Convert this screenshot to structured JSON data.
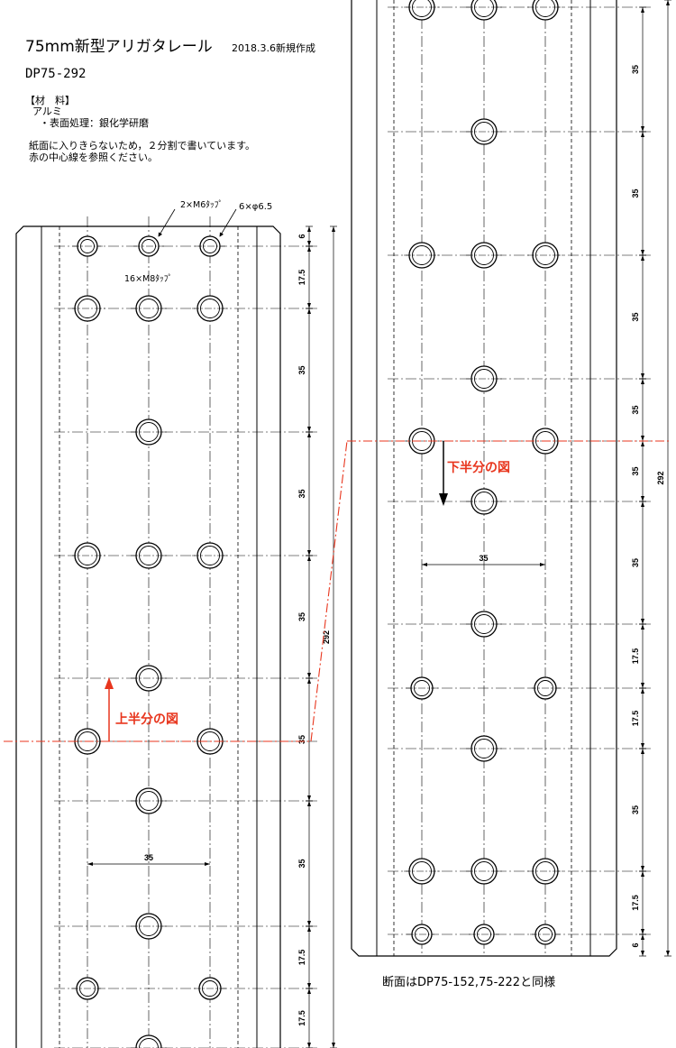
{
  "header": {
    "title": "75mm新型アリガタレール",
    "date": "2018.3.6新規作成",
    "part_number": "DP75-292"
  },
  "material": {
    "heading": "【材　料】",
    "line1": "アルミ",
    "line2": "・表面処理：銀化学研磨"
  },
  "notes": {
    "line1": "紙面に入りきらないため，２分割で書いています。",
    "line2": "赤の中心線を参照ください。"
  },
  "callouts": {
    "m6_tap": "2×M6ﾀｯﾌﾟ",
    "through_hole": "6×φ6.5",
    "m8_tap": "16×M8ﾀｯﾌﾟ"
  },
  "labels": {
    "upper_half": "上半分の図",
    "lower_half": "下半分の図",
    "section_note": "断面はDP75-152,75-222と同様"
  },
  "dimensions": {
    "left_view": [
      "6",
      "17.5",
      "35",
      "35",
      "35",
      "35",
      "35",
      "17.5",
      "17.5"
    ],
    "left_total": "292",
    "left_pitch": "35",
    "right_view": [
      "35",
      "35",
      "35",
      "35",
      "35",
      "35",
      "17.5",
      "17.5",
      "35",
      "17.5",
      "6"
    ],
    "right_total": "292",
    "right_pitch": "35"
  },
  "colors": {
    "line": "#000000",
    "centerline": "#e8361e"
  }
}
